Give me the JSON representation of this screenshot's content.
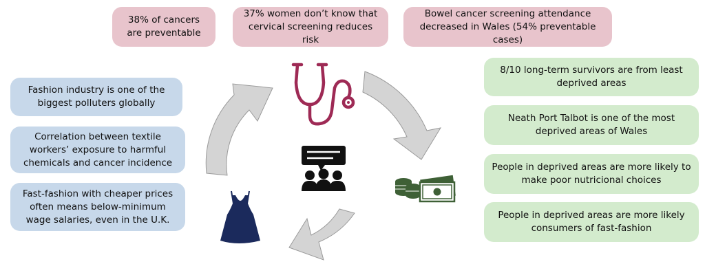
{
  "top_facts": [
    "38% of cancers are preventable",
    "37% women don’t know that cervical screening reduces risk",
    "Bowel cancer screening attendance decreased in Wales (54% preventable cases)"
  ],
  "left_facts": [
    "Fashion industry is one of the biggest polluters globally",
    "Correlation between textile workers’ exposure to harmful chemicals and cancer incidence",
    "Fast-fashion with cheaper prices often means below-minimum wage salaries, even in the U.K."
  ],
  "right_facts": [
    "8/10 long-term survivors are from least deprived areas",
    "Neath Port Talbot is one of the most deprived areas of Wales",
    "People in deprived areas are more likely to make poor nutricional choices",
    "People in deprived areas are more likely consumers of fast-fashion"
  ],
  "icons": {
    "health": "stethoscope-icon",
    "money": "money-icon",
    "fashion": "dress-icon",
    "community": "discussion-group-icon"
  },
  "colors": {
    "pink": "#e8c4cc",
    "blue": "#c7d8ea",
    "green": "#d3ebcd",
    "arrow": "#d4d4d4",
    "stethoscope": "#9e2a55",
    "money": "#3e6036",
    "dress": "#1b2a5c"
  }
}
